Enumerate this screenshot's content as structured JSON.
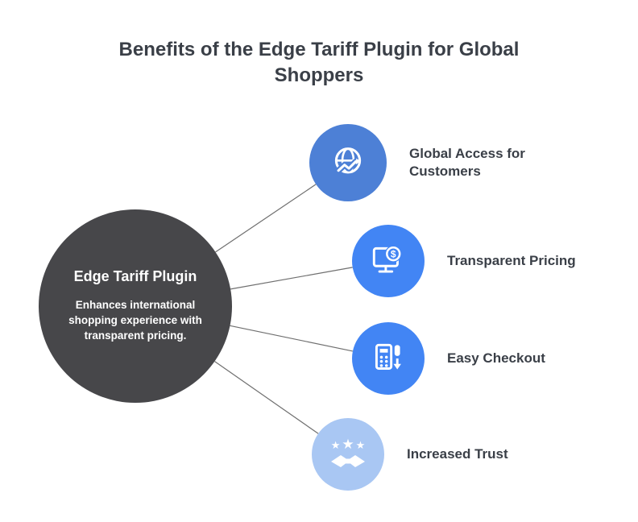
{
  "title": "Benefits of the Edge Tariff Plugin for Global Shoppers",
  "center": {
    "title": "Edge Tariff Plugin",
    "subtitle": "Enhances international shopping experience with transparent pricing."
  },
  "benefits": [
    {
      "label": "Global Access for Customers",
      "icon": "globe-arrow-icon",
      "color": "#4d80d6"
    },
    {
      "label": "Transparent Pricing",
      "icon": "monitor-dollar-icon",
      "color": "#4285f4"
    },
    {
      "label": "Easy Checkout",
      "icon": "card-reader-icon",
      "color": "#4285f4"
    },
    {
      "label": "Increased Trust",
      "icon": "stars-handshake-icon",
      "color": "#a9c7f3"
    }
  ],
  "colors": {
    "center_circle": "#47474a",
    "connector": "#6f6f6f",
    "title_text": "#3a3f47",
    "label_text": "#3a3f47"
  },
  "icons": {
    "star_glyph": "★"
  }
}
